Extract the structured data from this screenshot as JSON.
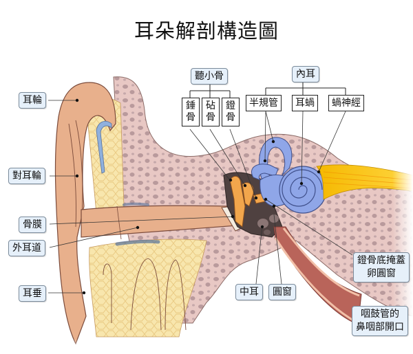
{
  "title": "耳朵解剖構造圖",
  "groups": {
    "ossicles": {
      "label": "聽小骨",
      "children": [
        "錘骨",
        "砧骨",
        "鐙骨"
      ]
    },
    "inner_ear": {
      "label": "內耳",
      "children": [
        "半規管",
        "耳蝸",
        "蝸神經"
      ]
    }
  },
  "labels": {
    "helix": "耳輪",
    "antihelix": "對耳輪",
    "periosteum": "骨膜",
    "external_canal": "外耳道",
    "earlobe": "耳垂",
    "middle_ear": "中耳",
    "round_window": "圓窗",
    "oval_window_line1": "鐙骨底掩蓋",
    "oval_window_line2": "卵圓窗",
    "eustachian_line1": "咽鼓管的",
    "eustachian_line2": "鼻咽部開口"
  },
  "colors": {
    "skin": "#e8b08c",
    "skin_dark": "#c98a67",
    "bone": "#e7c5c2",
    "bone_spots": "#b89a9c",
    "cartilage": "#f7e3a6",
    "labyrinth": "#8fa6e8",
    "ossicle": "#f2a64c",
    "nerve": "#f5c21a",
    "label_bg": "#e6f0fa",
    "tube": "#b9645a"
  }
}
